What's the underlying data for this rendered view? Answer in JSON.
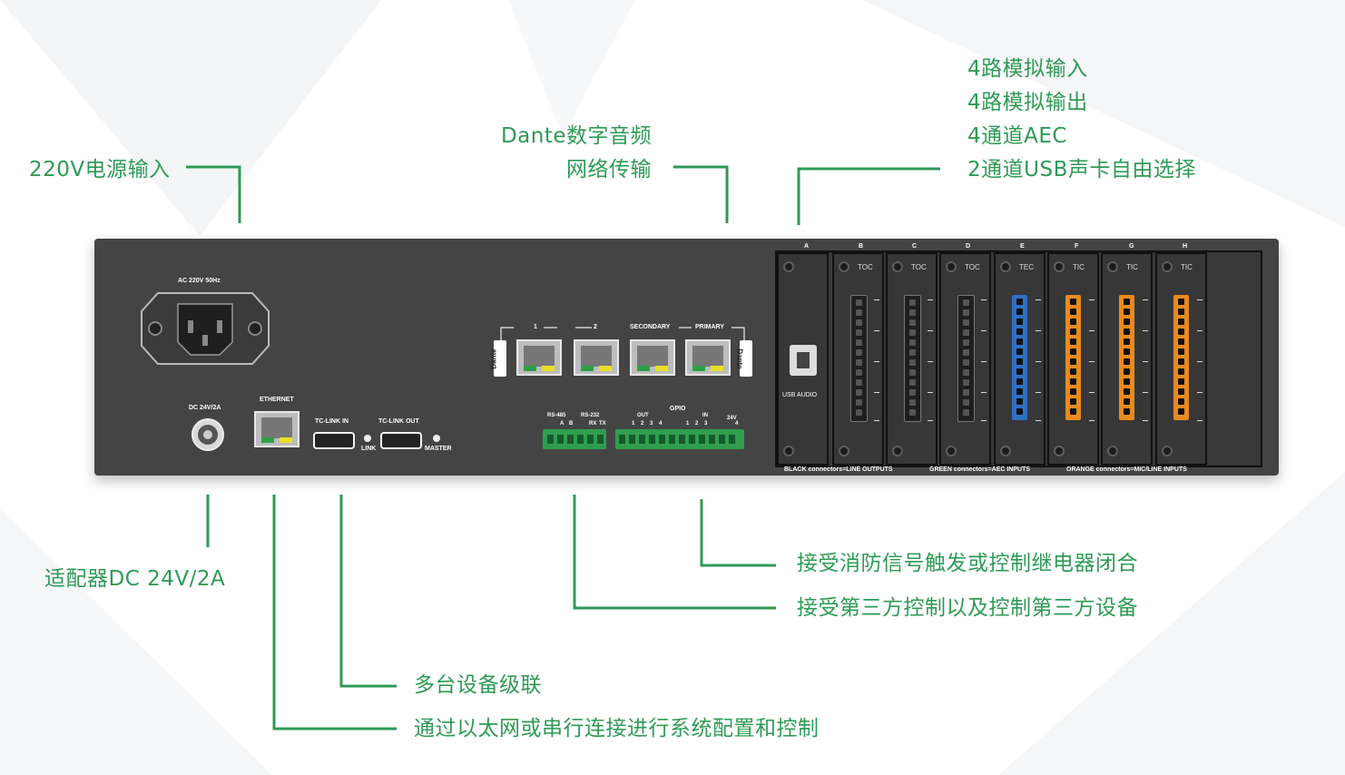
{
  "callouts": {
    "power": "220V电源输入",
    "dante_line1": "Dante数字音频",
    "dante_line2": "网络传输",
    "slots_line1": "4路模拟输入",
    "slots_line2": "4路模拟输出",
    "slots_line3": "4通道AEC",
    "slots_line4": "2通道USB声卡自由选择",
    "dc": "适配器DC 24V/2A",
    "relay": "接受消防信号触发或控制继电器闭合",
    "third_party": "接受第三方控制以及控制第三方设备",
    "cascade": "多台设备级联",
    "ethernet": "通过以太网或串行连接进行系统配置和控制"
  },
  "panel": {
    "ac_label": "AC 220V 50Hz",
    "dc_label": "DC 24V/2A",
    "ethernet_label": "ETHERNET",
    "tclink_in": "TC-LINK IN",
    "tclink_out": "TC-LINK OUT",
    "link": "LINK",
    "master": "MASTER",
    "dante_ports": {
      "p1": "1",
      "p2": "2",
      "secondary": "SECONDARY",
      "primary": "PRIMARY"
    },
    "dante_logo": "Dante",
    "rs485": "RS-485",
    "rs232": "RS-232",
    "rs485_pins": [
      "A",
      "B"
    ],
    "rs232_pins": [
      "RX",
      "TX"
    ],
    "gpio": "GPIO",
    "gpio_out": "OUT",
    "gpio_in": "IN",
    "gpio_24v": "24V",
    "gpio_nums": [
      "1",
      "2",
      "3",
      "4",
      "1",
      "2",
      "3",
      "4"
    ],
    "usb_audio": "USB AUDIO",
    "slot_letters": [
      "A",
      "B",
      "C",
      "D",
      "E",
      "F",
      "G",
      "H"
    ],
    "slot_types": [
      "",
      "TOC",
      "TOC",
      "TOC",
      "TEC",
      "TIC",
      "TIC",
      "TIC"
    ],
    "legend_black": "BLACK connectors=LINE OUTPUTS",
    "legend_green": "GREEN connectors=AEC INPUTS",
    "legend_orange": "ORANGE connectors=MIC/LINE INPUTS"
  },
  "colors": {
    "accent": "#2e9a56",
    "panel": "#454444",
    "terminal_black": "#1e1e1e",
    "terminal_blue": "#2f6fc4",
    "terminal_orange": "#e88a1e",
    "terminal_green": "#2f9e4f",
    "led_green": "#2aa14a",
    "led_yellow": "#e8e02a"
  }
}
